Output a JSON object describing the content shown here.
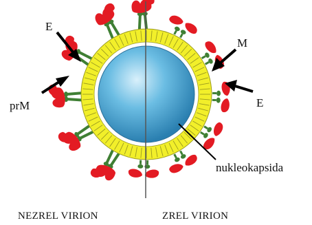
{
  "labels": {
    "e_left": "E",
    "prm": "prM",
    "m": "M",
    "e_right": "E",
    "nukleokapsida": "nukleokapsida"
  },
  "captions": {
    "immature": "NEZREL VIRION",
    "mature": "ZREL VIRION"
  },
  "colors": {
    "envelope_protein": "#e31b23",
    "membrane_protein": "#3f7f34",
    "lipid_bilayer": "#f2ef2a",
    "lipid_outline": "#9a9a20",
    "nucleocapsid": "#4aa8d6",
    "divider": "#555555",
    "arrow": "#000000"
  }
}
